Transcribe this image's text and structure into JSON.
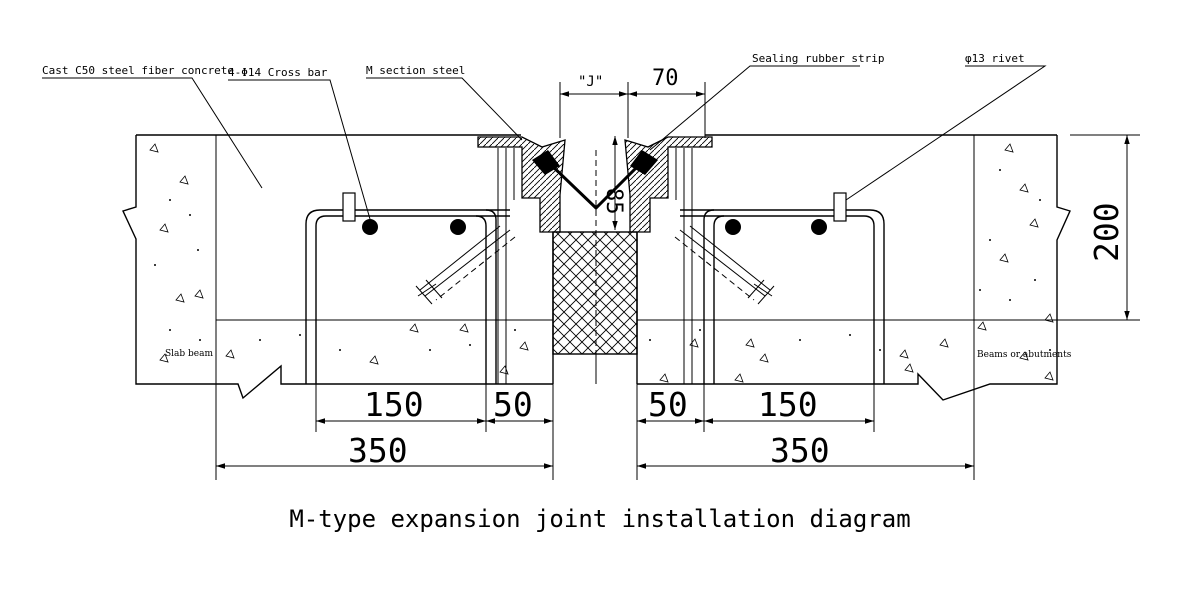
{
  "labels": {
    "concrete": "Cast C50 steel fiber concrete",
    "cross_bar": "4-Φ14 Cross bar",
    "m_section": "M section steel",
    "sealing_strip": "Sealing rubber strip",
    "rivet": "φ13 rivet",
    "slab_beam": "Slab beam",
    "abutments": "Beams or abutments"
  },
  "dimensions": {
    "gap": "\"J\"",
    "top_width": "70",
    "depth": "85",
    "height": "200",
    "left_150": "150",
    "left_50": "50",
    "left_350": "350",
    "right_50": "50",
    "right_150": "150",
    "right_350": "350"
  },
  "caption": "M-type expansion joint installation diagram"
}
